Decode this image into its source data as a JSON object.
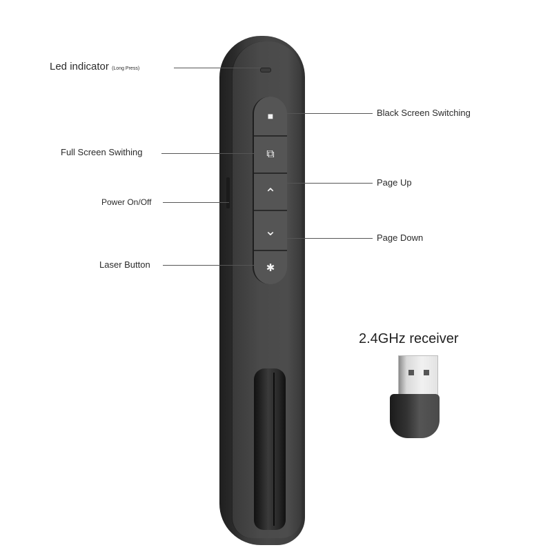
{
  "labels": {
    "led": {
      "main": "Led indicator",
      "sub": "(Long Press)"
    },
    "black_screen": "Black Screen Switching",
    "full_screen": "Full Screen Swithing",
    "page_up": "Page Up",
    "power": "Power On/Off",
    "page_down": "Page Down",
    "laser": "Laser Button",
    "receiver": "2.4GHz receiver"
  },
  "buttons": [
    {
      "name": "black-screen",
      "icon": "■"
    },
    {
      "name": "full-screen",
      "icon": "⧉"
    },
    {
      "name": "page-up",
      "icon": "⌃"
    },
    {
      "name": "page-down",
      "icon": "⌄"
    },
    {
      "name": "laser",
      "icon": "✱"
    }
  ],
  "colors": {
    "body": "#444444",
    "panel": "#555555",
    "text": "#2a2a2a",
    "background": "#ffffff"
  }
}
